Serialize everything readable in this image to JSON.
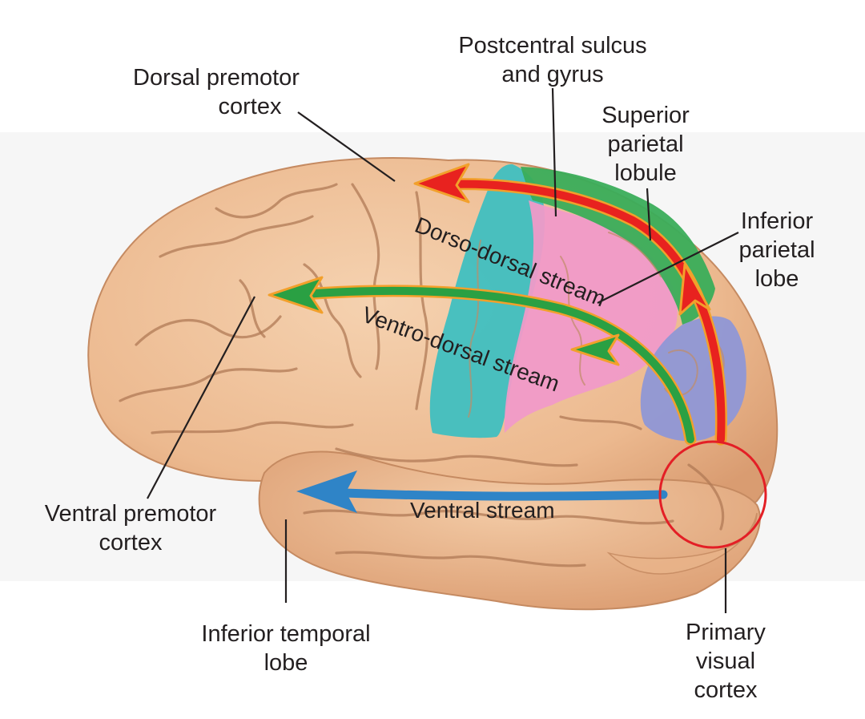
{
  "figure": {
    "labels": {
      "dorsal_premotor": [
        "Dorsal premotor",
        "cortex"
      ],
      "postcentral": [
        "Postcentral sulcus",
        "and gyrus"
      ],
      "superior_parietal": [
        "Superior",
        "parietal",
        "lobule"
      ],
      "inferior_parietal": [
        "Inferior",
        "parietal",
        "lobe"
      ],
      "ventral_premotor": [
        "Ventral premotor",
        "cortex"
      ],
      "inferior_temporal": [
        "Inferior temporal",
        "lobe"
      ],
      "primary_visual": [
        "Primary",
        "visual",
        "cortex"
      ]
    },
    "streams": {
      "dorso_dorsal": "Dorso-dorsal stream",
      "ventro_dorsal": "Ventro-dorsal stream",
      "ventral": "Ventral stream"
    }
  },
  "colors": {
    "brain": "#eebf98",
    "premotor_region": "#3fbfc0",
    "inferior_parietal_region": "#f09ac8",
    "superior_parietal_region": "#3aad5a",
    "occipital_region": "#8f97d6",
    "dorso_dorsal_arrow": "#e8221f",
    "ventro_dorsal_arrow": "#2aa043",
    "ventral_arrow": "#2f84c7",
    "visual_circle": "#e31f26"
  }
}
